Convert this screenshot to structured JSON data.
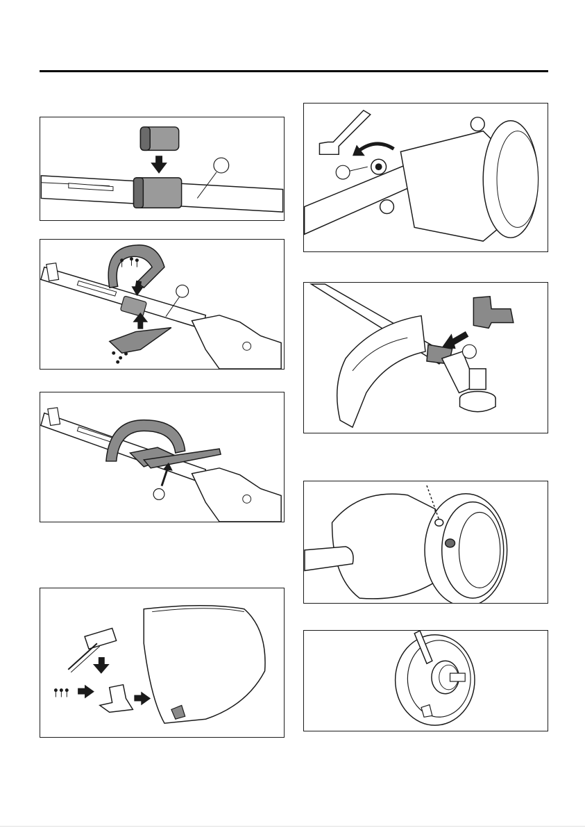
{
  "page": {
    "figures": [
      {
        "id": "fig1",
        "callouts": []
      },
      {
        "id": "fig2",
        "callouts": []
      },
      {
        "id": "fig3",
        "callouts": []
      },
      {
        "id": "fig4",
        "callouts": []
      },
      {
        "id": "fig5",
        "callouts": []
      },
      {
        "id": "fig6",
        "callouts": []
      },
      {
        "id": "fig7",
        "callouts": []
      },
      {
        "id": "fig8",
        "callouts": []
      }
    ]
  },
  "colors": {
    "line": "#1a1a1a",
    "part_fill": "#8a8a8a",
    "dark_fill": "#5a5a5a",
    "light_fill": "#e6e6e6"
  },
  "icons": [
    "arrow-icon",
    "hex-key-icon",
    "box-wrench-icon",
    "screw-icon",
    "bolt-icon"
  ]
}
